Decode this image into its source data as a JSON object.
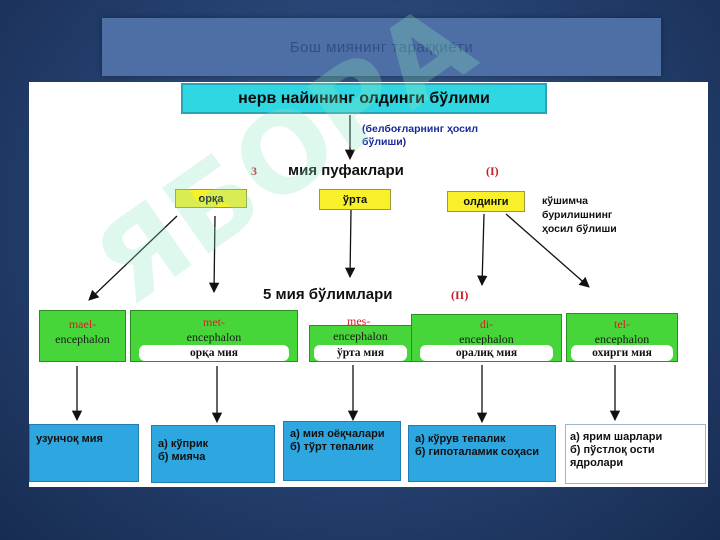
{
  "slide_title": "Бош миянинг тараққиёти",
  "top_box": "нерв найининг олдинги бўлими",
  "bubbles_note": "(белбоғларнинг ҳосил\nбўлиши)",
  "bubbles_heading": "мия пуфаклари",
  "num_three": "3",
  "num_I": "(I)",
  "yellow_boxes": [
    "орқа",
    "ўрта",
    "олдинги"
  ],
  "bend_note": "кўшимча\nбурилишнинг\nҳосил бўлиши",
  "divisions_heading": "5 мия бўлимлари",
  "num_II": "(II)",
  "encephalon": [
    {
      "prefix": "mael-",
      "suffix": "encephalon",
      "latin": "",
      "label": ""
    },
    {
      "prefix": "met-",
      "suffix": "encephalon",
      "latin": "",
      "label": "орқа мия"
    },
    {
      "prefix": "",
      "suffix": "encephalon",
      "latin": "",
      "label": "ўрта мия"
    },
    {
      "prefix": "di-",
      "suffix": "encephalon",
      "latin": "",
      "label": "оралиқ мия"
    },
    {
      "prefix": "tel-",
      "suffix": "encephalon",
      "latin": "",
      "label": "охирги мия"
    }
  ],
  "mes_prefix": "mes-",
  "bottom_boxes": [
    {
      "lines": [
        "узунчоқ мия"
      ]
    },
    {
      "lines": [
        "а) кўприк",
        "б) мияча"
      ]
    },
    {
      "lines": [
        "а) мия оёқчалари",
        "б) тўрт тепалик"
      ]
    },
    {
      "lines": [
        "а) кўрув тепалик",
        "б) гипоталамик соҳаси"
      ]
    },
    {
      "lines": [
        "а) ярим шарлари",
        "б) пўстлоқ ости",
        "ядролари"
      ]
    }
  ],
  "watermark": "ЯБОРА",
  "colors": {
    "cyan": "#2fd7e2",
    "yellow": "#f7f02a",
    "green": "#47d63a",
    "blue": "#2ea6df",
    "red": "#d4202a"
  }
}
